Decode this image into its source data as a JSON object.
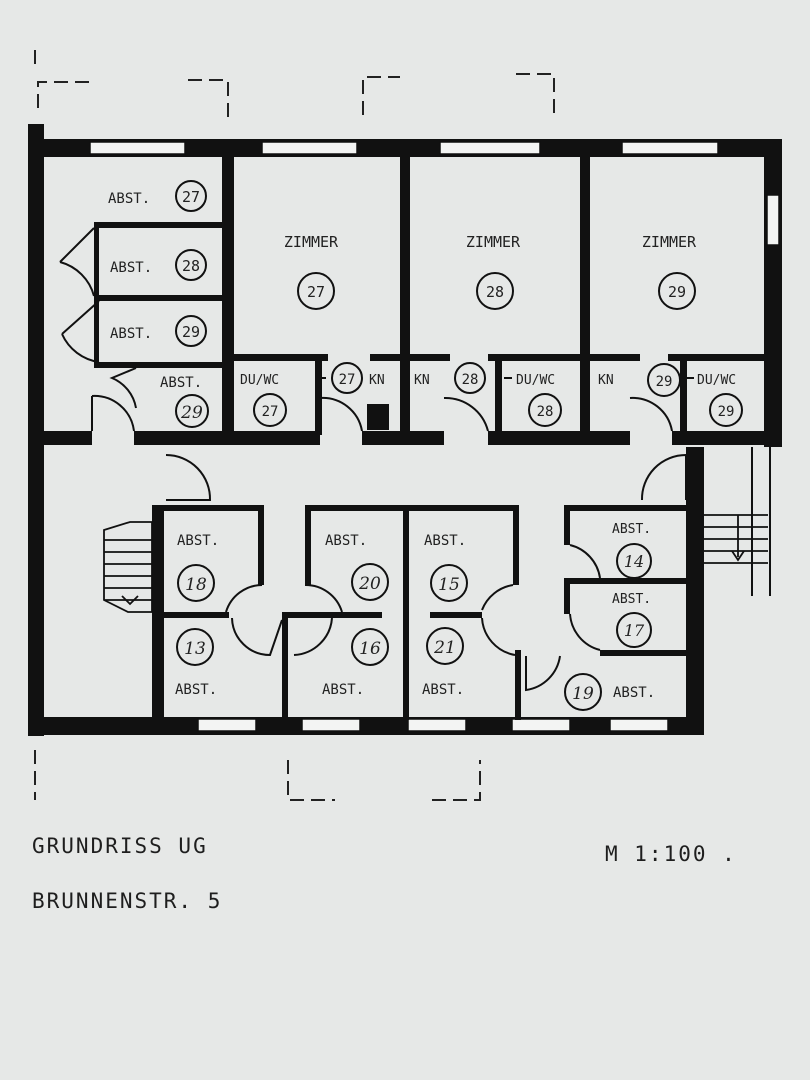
{
  "rooms": [
    {
      "id": "abst-27-top",
      "label": "ABST.",
      "number": "27"
    },
    {
      "id": "abst-28-top",
      "label": "ABST.",
      "number": "28"
    },
    {
      "id": "abst-29-top",
      "label": "ABST.",
      "number": "29"
    },
    {
      "id": "abst-29-hall",
      "label": "ABST.",
      "number": "29"
    },
    {
      "id": "zimmer-27",
      "label": "ZIMMER",
      "number": "27"
    },
    {
      "id": "zimmer-28",
      "label": "ZIMMER",
      "number": "28"
    },
    {
      "id": "zimmer-29",
      "label": "ZIMMER",
      "number": "29"
    },
    {
      "id": "duwc-27",
      "label": "DU/WC",
      "number": "27"
    },
    {
      "id": "duwc-28",
      "label": "DU/WC",
      "number": "28"
    },
    {
      "id": "duwc-29",
      "label": "DU/WC",
      "number": "29"
    },
    {
      "id": "kn-27",
      "label": "KN",
      "number": "27"
    },
    {
      "id": "kn-28",
      "label": "KN",
      "number": "28"
    },
    {
      "id": "kn-29",
      "label": "KN",
      "number": "29"
    },
    {
      "id": "abst-18",
      "label": "ABST.",
      "number": "18"
    },
    {
      "id": "abst-13",
      "label": "ABST.",
      "number": "13"
    },
    {
      "id": "abst-20",
      "label": "ABST.",
      "number": "20"
    },
    {
      "id": "abst-16",
      "label": "ABST.",
      "number": "16"
    },
    {
      "id": "abst-15",
      "label": "ABST.",
      "number": "15"
    },
    {
      "id": "abst-21",
      "label": "ABST.",
      "number": "21"
    },
    {
      "id": "abst-14",
      "label": "ABST.",
      "number": "14"
    },
    {
      "id": "abst-17",
      "label": "ABST.",
      "number": "17"
    },
    {
      "id": "abst-19",
      "label": "ABST.",
      "number": "19"
    }
  ],
  "caption": {
    "title": "GRUNDRISS UG",
    "address": "BRUNNENSTR. 5",
    "scale": "M 1:100 ."
  },
  "colors": {
    "ink": "#111111",
    "paper": "#e6e8e7"
  }
}
